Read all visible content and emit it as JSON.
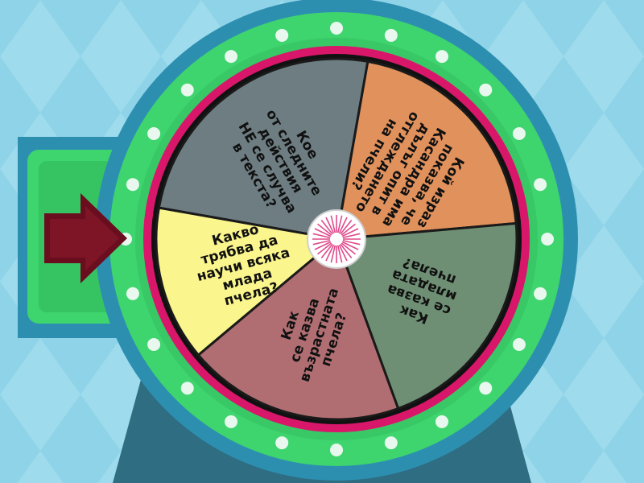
{
  "colors": {
    "background": "#8fd3e8",
    "background_diamond": "#a8e0ef",
    "stand": "#2f6d82",
    "outer_ring": "#2d8fb0",
    "green_ring": "#3ed46e",
    "green_ring_dark": "#27a651",
    "lights": "#e8f8ee",
    "pink_ring": "#d8176a",
    "pointer": "#6a0e1f",
    "hub": "#ffffff",
    "hub_rays": "#e04a8c"
  },
  "wheel": {
    "segments": [
      {
        "label": "Кое от следните действия НЕ се случва в текста?",
        "color": "#6e7d82"
      },
      {
        "label": "Кой израз показва, че Касандра има дълъг опит в отглеждането на пчели?",
        "color": "#e0915c"
      },
      {
        "label": "Как се казва младата пчела?",
        "color": "#6f8f74"
      },
      {
        "label": "Как се казва възрастната пчела?",
        "color": "#b06e72"
      },
      {
        "label": "Какво трябва да научи всяка млада пчела?",
        "color": "#faf58c"
      }
    ]
  },
  "controls": {
    "pointer_icon": "arrow-right-icon"
  }
}
